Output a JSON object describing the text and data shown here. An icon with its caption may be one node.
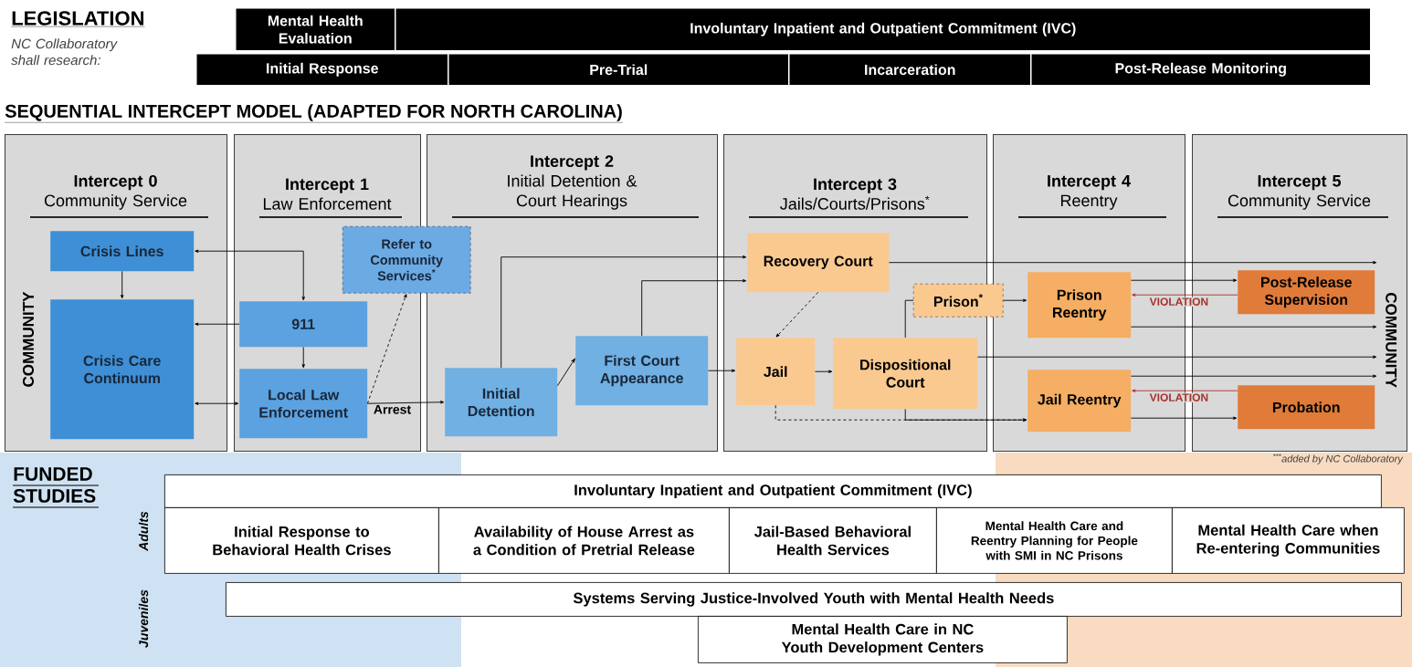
{
  "diagram": {
    "nodes": [
      {
        "text": [
          "Mental Health Evaluation"
        ]
      },
      {
        "text": [
          "Involuntary Inpatient and Outpatient Commitment (IVC)"
        ]
      },
      {
        "text": [
          "Initial Response"
        ]
      },
      {
        "text": [
          "Pre-Trial"
        ]
      },
      {
        "text": [
          "Incarceration"
        ]
      },
      {
        "text": [
          "Post-Release Monitoring"
        ]
      },
      {
        "text": [
          "Intercept 0",
          "Community Service"
        ]
      },
      {
        "text": [
          "Intercept 1",
          "Law Enforcement"
        ]
      },
      {
        "text": [
          "Intercept 2",
          "Initial Detention & Court Hearings"
        ]
      },
      {
        "text": [
          "Intercept 3",
          "Jails/Courts/Prisons$^{*}$"
        ]
      },
      {
        "text": [
          "Intercept 4",
          "Reentry"
        ]
      },
      {
        "text": [
          "Intercept 5",
          "Community Service"
        ]
      },
      {
        "text": [
          "Crisis Lines"
        ],
        "in": 6
      },
      {
        "text": [
          "Crisis Care Continuum"
        ],
        "in": 6
      },
      {
        "text": [
          "911"
        ],
        "in": 7
      },
      {
        "text": [
          "Local Law Enforcement"
        ],
        "in": 7
      },
      {
        "text": [
          "Refer to Community Services$^{*}$"
        ]
      },
      {
        "text": [
          "Initial Detention"
        ],
        "in": 8
      },
      {
        "text": [
          "First Court Appearance"
        ],
        "in": 8
      },
      {
        "text": [
          "Recovery Court"
        ],
        "in": 9
      },
      {
        "text": [
          "Jail"
        ],
        "in": 9
      },
      {
        "text": [
          "Prison$^{*}$"
        ]
      },
      {
        "text": [
          "Dispositional Court"
        ],
        "in": 9
      },
      {
        "text": [
          "Prison Reentry"
        ],
        "in": 10
      },
      {
        "text": [
          "Jail Reentry"
        ],
        "in": 10
      },
      {
        "text": [
          "Post-Release Supervision"
        ],
        "in": 11
      },
      {
        "text": [
          "Probation"
        ],
        "in": 11
      },
      {
        "text": [
          "COMMUNITY"
        ],
        "in": 11
      },
      {
        "text": [
          "Involuntary Inpatient and Outpatient Commitment (IVC)"
        ]
      },
      {
        "text": [
          "Initial Response to Behavioral Health Crises"
        ]
      },
      {
        "text": [
          "Availability of House Arrest as a Condition of Pretrial Release"
        ]
      },
      {
        "text": [
          "Jail-Based Behavioral Health Services"
        ]
      },
      {
        "text": [
          "Mental Health Care and Reentry Planning for People with SMI in NC Prisons"
        ]
      },
      {
        "text": [
          "Mental Health Care when Re-entering Communities"
        ]
      },
      {
        "text": [
          "Systems Serving Justice-Involved Youth with Mental Health Needs"
        ]
      },
      {
        "text": [
          "Mental Health Care in NC Youth Development Centers"
        ]
      }
    ],
    "edges": [
      {
        "from": 12,
        "to": 14,
        "arrow": "both"
      },
      {
        "from": 12,
        "to": 13,
        "arrow": "to"
      },
      {
        "from": 14,
        "to": 13,
        "arrow": "to"
      },
      {
        "from": 14,
        "to": 15,
        "arrow": "to"
      },
      {
        "from": 15,
        "to": 13,
        "arrow": "both"
      },
      {
        "from": 15,
        "to": 16,
        "arrow": "to",
        "style": "dashed"
      },
      {
        "from": 15,
        "to": 17,
        "arrow": "to",
        "label": "Arrest"
      },
      {
        "from": 17,
        "to": 19,
        "arrow": "to"
      },
      {
        "from": 17,
        "to": 18,
        "arrow": "to"
      },
      {
        "from": 18,
        "to": 19,
        "arrow": "to"
      },
      {
        "from": 18,
        "to": 20,
        "arrow": "to"
      },
      {
        "from": 19,
        "to": 20,
        "arrow": "to",
        "style": "dashed"
      },
      {
        "from": 20,
        "to": 22,
        "arrow": "to"
      },
      {
        "from": 22,
        "to": 21,
        "arrow": "none"
      },
      {
        "from": 21,
        "to": 23,
        "arrow": "to"
      },
      {
        "from": 19,
        "to": 27,
        "arrow": "to"
      },
      {
        "from": 22,
        "to": 27,
        "arrow": "to"
      },
      {
        "from": 20,
        "to": 24,
        "arrow": "to",
        "style": "dashed"
      },
      {
        "from": 22,
        "to": 24,
        "arrow": "to"
      },
      {
        "from": 23,
        "to": 25,
        "arrow": "to"
      },
      {
        "from": 25,
        "to": 23,
        "arrow": "to",
        "label": "VIOLATION",
        "color": "#a8322a"
      },
      {
        "from": 23,
        "to": 27,
        "arrow": "to"
      },
      {
        "from": 24,
        "to": 27,
        "arrow": "to"
      },
      {
        "from": 26,
        "to": 24,
        "arrow": "to",
        "label": "VIOLATION",
        "color": "#a8322a"
      },
      {
        "from": 24,
        "to": 26,
        "arrow": "to"
      }
    ],
    "labels": [
      "LEGISLATION",
      "NC Collaboratory shall research:",
      "SEQUENTIAL INTERCEPT MODEL (ADAPTED FOR NORTH CAROLINA)",
      "COMMUNITY",
      "$^{***}$added by NC Collaboratory",
      "FUNDED STUDIES",
      "Adults",
      "Juveniles"
    ]
  }
}
